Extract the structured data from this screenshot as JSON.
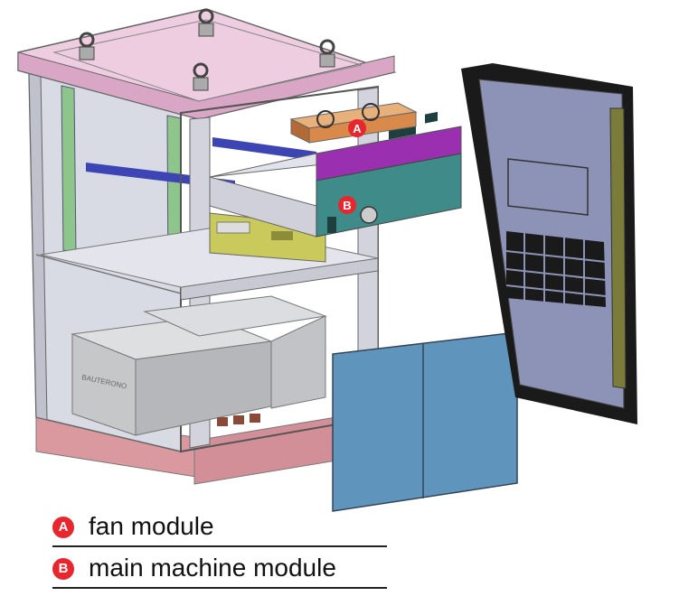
{
  "legend": [
    {
      "marker": "A",
      "text": "fan module"
    },
    {
      "marker": "B",
      "text": "main machine module"
    }
  ],
  "callouts": {
    "a": "A",
    "b": "B"
  },
  "battery_label": "BAUTERONO",
  "colors": {
    "marker": "#e8262d",
    "roof": "#e9bdd8",
    "cabinet_panel": "#d7d9e2",
    "frame": "#cfcfd8",
    "green_rail": "#8ec58a",
    "blue_bar": "#3d45b5",
    "fan_module": "#d98a4a",
    "machine_top": "#9a2fb0",
    "machine_face": "#3f8b8a",
    "pcb": "#c9c95c",
    "battery": "#c6c7c9",
    "door": "#8d93b6",
    "panel": "#5f95bd",
    "base": "#d9999f"
  }
}
